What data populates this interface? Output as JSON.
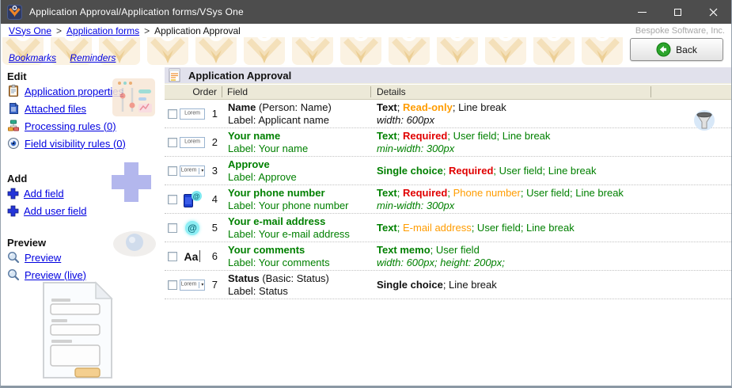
{
  "window": {
    "title": "Application Approval/Application forms/VSys One"
  },
  "breadcrumb": {
    "links": [
      "VSys One",
      "Application forms"
    ],
    "current": "Application Approval",
    "separator": ">",
    "company": "Bespoke Software, Inc."
  },
  "quicknav": {
    "bookmarks": "Bookmarks",
    "reminders": "Reminders"
  },
  "back_button": {
    "label": "Back"
  },
  "sidebar": {
    "sections": [
      {
        "title": "Edit",
        "items": [
          {
            "label": "Application properties",
            "icon": "clipboard-icon"
          },
          {
            "label": "Attached files",
            "icon": "document-icon"
          },
          {
            "label": "Processing rules (0)",
            "icon": "flowchart-icon"
          },
          {
            "label": "Field visibility rules (0)",
            "icon": "eye-icon"
          }
        ]
      },
      {
        "title": "Add",
        "items": [
          {
            "label": "Add field",
            "icon": "plus-icon"
          },
          {
            "label": "Add user field",
            "icon": "plus-icon"
          }
        ]
      },
      {
        "title": "Preview",
        "items": [
          {
            "label": "Preview",
            "icon": "magnifier-icon"
          },
          {
            "label": "Preview (live)",
            "icon": "magnifier-icon"
          }
        ]
      }
    ]
  },
  "panel": {
    "title": "Application Approval",
    "columns": [
      "Order",
      "Field",
      "Details"
    ],
    "icon_text": {
      "lorem": "Lorem",
      "memo": "Aa",
      "at": "@"
    },
    "rows": [
      {
        "order": "1",
        "icon": "text-field-icon",
        "field": [
          [
            {
              "t": "Name",
              "s": "b"
            },
            {
              "t": " (Person: Name)",
              "s": ""
            }
          ],
          [
            {
              "t": "Label: Applicant name",
              "s": ""
            }
          ]
        ],
        "details": [
          [
            {
              "t": "Text",
              "s": "b"
            },
            {
              "t": "; ",
              "s": ""
            },
            {
              "t": "Read-only",
              "s": "b o"
            },
            {
              "t": "; ",
              "s": ""
            },
            {
              "t": "Line break",
              "s": ""
            }
          ],
          [
            {
              "t": "width: 600px",
              "s": "i"
            }
          ]
        ]
      },
      {
        "order": "2",
        "icon": "text-field-icon",
        "field": [
          [
            {
              "t": "Your name",
              "s": "b g"
            }
          ],
          [
            {
              "t": "Label: Your name",
              "s": "g"
            }
          ]
        ],
        "details": [
          [
            {
              "t": "Text",
              "s": "b g"
            },
            {
              "t": "; ",
              "s": "g"
            },
            {
              "t": "Required",
              "s": "b r"
            },
            {
              "t": "; User field; Line break",
              "s": "g"
            }
          ],
          [
            {
              "t": "min-width: 300px",
              "s": "i g"
            }
          ]
        ]
      },
      {
        "order": "3",
        "icon": "combo-icon",
        "field": [
          [
            {
              "t": "Approve",
              "s": "b g"
            }
          ],
          [
            {
              "t": "Label: Approve",
              "s": "g"
            }
          ]
        ],
        "details": [
          [
            {
              "t": "Single choice",
              "s": "b g"
            },
            {
              "t": "; ",
              "s": "g"
            },
            {
              "t": "Required",
              "s": "b r"
            },
            {
              "t": "; User field; Line break",
              "s": "g"
            }
          ]
        ]
      },
      {
        "order": "4",
        "icon": "phone-icon",
        "field": [
          [
            {
              "t": "Your phone number",
              "s": "b g"
            }
          ],
          [
            {
              "t": "Label: Your phone number",
              "s": "g"
            }
          ]
        ],
        "details": [
          [
            {
              "t": "Text",
              "s": "b g"
            },
            {
              "t": "; ",
              "s": "g"
            },
            {
              "t": "Required",
              "s": "b r"
            },
            {
              "t": "; ",
              "s": "g"
            },
            {
              "t": "Phone number",
              "s": "o"
            },
            {
              "t": "; User field; Line break",
              "s": "g"
            }
          ],
          [
            {
              "t": "min-width: 300px",
              "s": "i g"
            }
          ]
        ]
      },
      {
        "order": "5",
        "icon": "email-icon",
        "field": [
          [
            {
              "t": "Your e-mail address",
              "s": "b g"
            }
          ],
          [
            {
              "t": "Label: Your e-mail address",
              "s": "g"
            }
          ]
        ],
        "details": [
          [
            {
              "t": "Text",
              "s": "b g"
            },
            {
              "t": "; ",
              "s": "g"
            },
            {
              "t": "E-mail address",
              "s": "o"
            },
            {
              "t": "; User field; Line break",
              "s": "g"
            }
          ]
        ]
      },
      {
        "order": "6",
        "icon": "memo-icon",
        "field": [
          [
            {
              "t": "Your comments",
              "s": "b g"
            }
          ],
          [
            {
              "t": "Label: Your comments",
              "s": "g"
            }
          ]
        ],
        "details": [
          [
            {
              "t": "Text memo",
              "s": "b g"
            },
            {
              "t": "; User field",
              "s": "g"
            }
          ],
          [
            {
              "t": "width: 600px; height: 200px;",
              "s": "i g"
            }
          ]
        ]
      },
      {
        "order": "7",
        "icon": "combo-icon",
        "field": [
          [
            {
              "t": "Status",
              "s": "b"
            },
            {
              "t": " (Basic: Status)",
              "s": ""
            }
          ],
          [
            {
              "t": "Label: Status",
              "s": ""
            }
          ]
        ],
        "details": [
          [
            {
              "t": "Single choice",
              "s": "b"
            },
            {
              "t": "; Line break",
              "s": ""
            }
          ]
        ]
      }
    ]
  },
  "colors": {
    "user_field_green": "#008000",
    "required_red": "#e00000",
    "format_orange": "#ff9c00",
    "link_blue": "#0000e0",
    "titlebar_gray": "#4d4d4d",
    "column_header_beige": "#ece9d8",
    "panel_header_gray": "#e1e1ec"
  }
}
